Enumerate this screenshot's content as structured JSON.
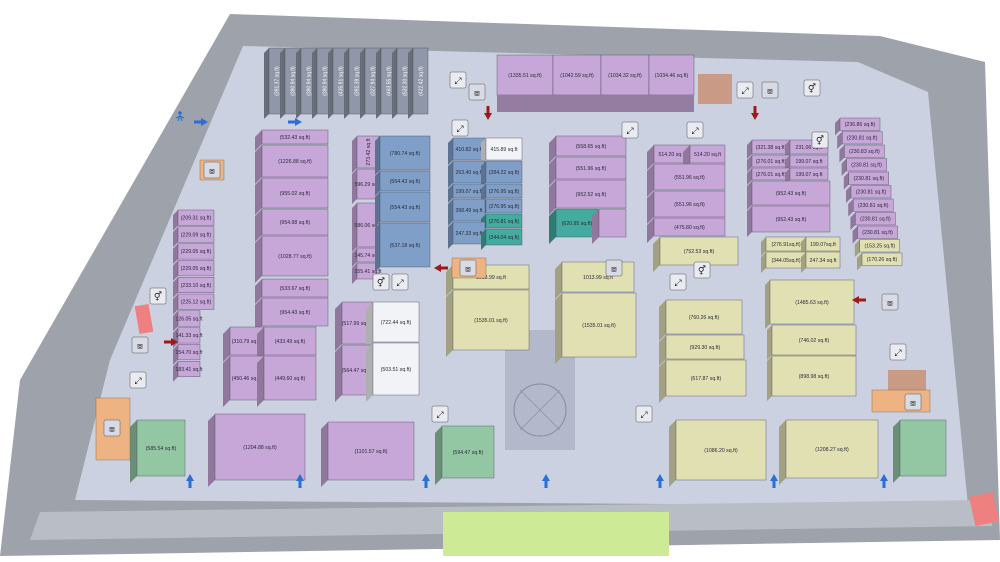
{
  "colors": {
    "retail": "#c7a6d8",
    "office": "#7f9fc8",
    "food": "#e1e0b3",
    "anchor": "#93c7a4",
    "service": "#edb383",
    "teal": "#43ab9f",
    "white_unit": "#f2f3f6",
    "slate": "#8f97a8",
    "park": "#cdeb97",
    "pink": "#ef8080",
    "brown": "#c99a86"
  },
  "icons": {
    "toilet": "toilet-icon",
    "escalator": "escalator-icon",
    "elevator": "elevator-icon",
    "staircase": "staircase-icon",
    "entrance_arrow": "entrance-arrow-icon",
    "exit_arrow": "exit-arrow-icon",
    "pedestrian": "pedestrian-icon"
  },
  "units": {
    "top_slate": [
      "(391.37 sq.ft)",
      "(390.94 sq.ft)",
      "(390.94 sq.ft)",
      "(390.94 sq.ft)",
      "(435.91 sq.ft)",
      "(391.39 sq.ft)",
      "(327.94 sq.ft)",
      "(463.55 sq.ft)",
      "(532.30 sq.ft)",
      "(422.42 sq.ft)"
    ],
    "top_row": [
      "(1335.51 sq.ft)",
      "(1042.59 sq.ft)",
      "(1034.32 sq.ft)",
      "(1034.46 sq.ft)"
    ],
    "b1_col": [
      "(532.43 sq.ft)",
      "(1226.88 sq.ft)",
      "(955.02 sq.ft)",
      "(954.98 sq.ft)",
      "(1028.77 sq.ft)",
      "(533.67 sq.ft)",
      "(954.43 sq.ft)"
    ],
    "b1_pairs": [
      "(310.79 sq.ft)",
      "(433.49 sq.ft)",
      "(450.46 sq.ft)",
      "(449.60 sq.ft)"
    ],
    "west_stack": [
      "(209.31 sq.ft)",
      "(229.09 sq.ft)",
      "(229.05 sq.ft)",
      "(229.05 sq.ft)",
      "(233.10 sq.ft)",
      "(225.12 sq.ft)",
      "126.05 sq.ft",
      "141.33 sq.ft",
      "154.70 sq.ft",
      "183.41 sq.ft"
    ],
    "b2_narrow": [
      "273.42 sq.ft",
      "596.29 sq.ft",
      "586.06 sq.ft",
      "145.74 sq.ft",
      "155.41 sq.ft"
    ],
    "b2_blue": [
      "(780.74 sq.ft)",
      "(554.43 sq.ft)",
      "(554.43 sq.ft)",
      "(537.18 sq.ft)"
    ],
    "b2_lower": [
      "(517.99 sq.ft)",
      "(722.44 sq.ft)",
      "(564.47 sq.ft)",
      "(503.51 sq.ft)"
    ],
    "b3_blue": [
      "410.82 sq.ft",
      "415.89 sq.ft",
      "263.40 sq.ft",
      "(384.22 sq.ft)",
      "199.07 sq.ft",
      "(276.95 sq.ft)",
      "(276.95 sq.ft)",
      "398.49 sq.ft",
      "(276.81 sq.ft)",
      "247.33 sq.ft",
      "(344.04 sq.ft)"
    ],
    "b3_food": [
      "1013.99 sq.ft",
      "(1535.01 sq.ft)"
    ],
    "b4": [
      "(558.65 sq.ft)",
      "(551.96 sq.ft)",
      "(952.52 sq.ft)",
      "(620.95 sq.ft)",
      "1013.99 sq.ft",
      "(1535.01 sq.ft)"
    ],
    "b5": [
      "514.20 sq.ft",
      "514.20 sq.ft",
      "(551.96 sq.ft)",
      "(551.96 sq.ft)",
      "(475.80 sq.ft)",
      "(752.53 sq.ft)",
      "(760.26 sq.ft)",
      "(929.30 sq.ft)",
      "(617.87 sq.ft)"
    ],
    "b6": [
      "(321.38 sq.ft)",
      "231.06 sq.ft",
      "(276.01 sq.ft)",
      "199.07 sq.ft",
      "(276.01 sq.ft)",
      "199.07 sq.ft",
      "(952.43 sq.ft)",
      "(952.43 sq.ft)",
      "(276.91sq.ft)",
      "199.07sq.ft",
      "(344.05sq.ft)",
      "247.34 sq.ft",
      "(1485.63 sq.ft)",
      "(746.02 sq.ft)",
      "(898.98 sq.ft)"
    ],
    "east_stack": [
      "(236.86 sq.ft)",
      "(230.81 sq.ft)",
      "(230.83 sq.ft)",
      "(230.81 sq.ft)",
      "(230.81 sq.ft)",
      "(230.81 sq.ft)",
      "(230.81 sq.ft)",
      "(230.81 sq.ft)",
      "(230.81 sq.ft)",
      "(153.25 sq.ft)",
      "(170.26 sq.ft)"
    ],
    "bottom_row": [
      "(585.54 sq.ft)",
      "(1204.88 sq.ft)",
      "(1101.57 sq.ft)",
      "(594.47 sq.ft)",
      "(1086.20 sq.ft)",
      "(1208.27 sq.ft)"
    ]
  }
}
